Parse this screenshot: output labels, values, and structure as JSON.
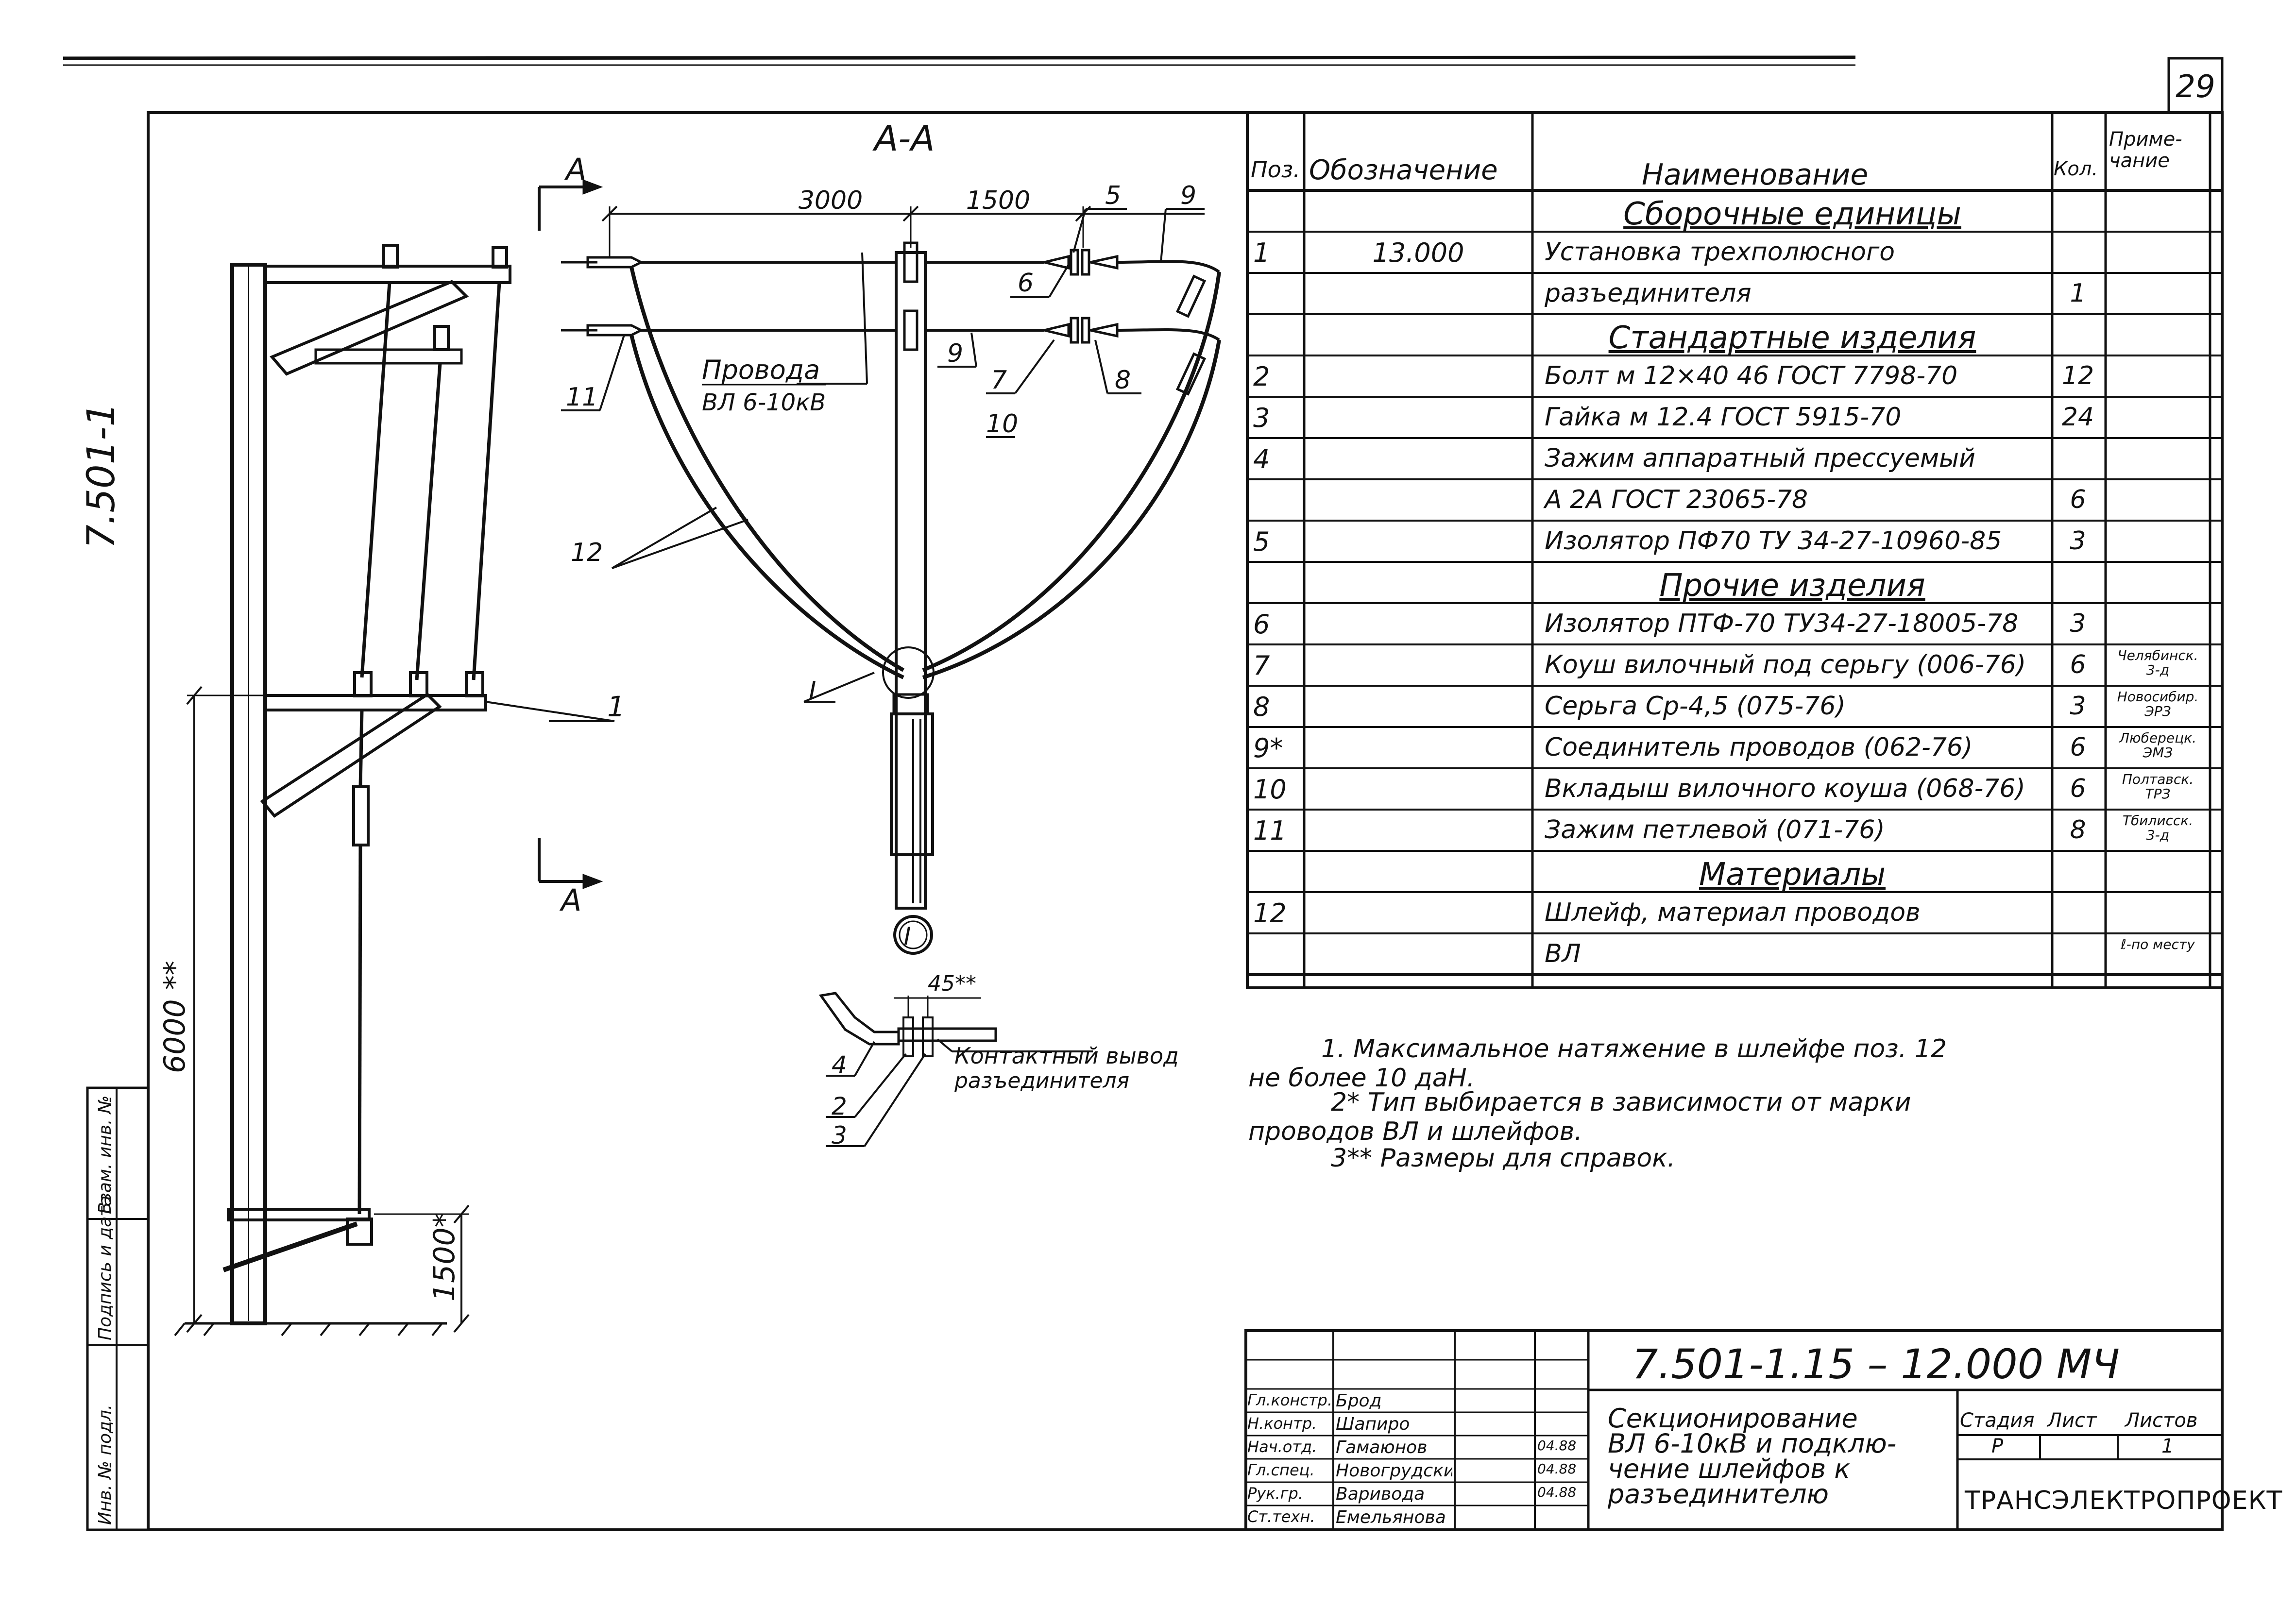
{
  "sheet": {
    "number": "29",
    "side_code": "7.501-1",
    "section_title": "А-А",
    "arrow_label_top": "А",
    "arrow_label_bottom": "А",
    "detail_marker": "I",
    "detail_callout": "I"
  },
  "dimensions": {
    "left_span": "3000",
    "right_span": "1500",
    "pole_height": "6000 **",
    "base_height": "1500*",
    "contact_dim": "45**"
  },
  "labels": {
    "wires_title": "Провода",
    "wires_sub": "ВЛ 6-10кВ",
    "contact_title": "Контактный вывод",
    "contact_sub": "разъединителя"
  },
  "callouts": [
    "1",
    "2",
    "3",
    "4",
    "5",
    "6",
    "7",
    "8",
    "9",
    "9",
    "10",
    "11",
    "12"
  ],
  "spec": {
    "header": {
      "pos": "Поз.",
      "designation": "Обозначение",
      "name": "Наименование",
      "qty": "Кол.",
      "note": "Приме-\nчание"
    },
    "rows": [
      {
        "pos": "",
        "designation": "",
        "name": "Сборочные единицы",
        "qty": "",
        "note": "",
        "section": true
      },
      {
        "pos": "1",
        "designation": "13.000",
        "name": "Установка трехполюсного",
        "qty": "",
        "note": ""
      },
      {
        "pos": "",
        "designation": "",
        "name": "разъединителя",
        "qty": "1",
        "note": ""
      },
      {
        "pos": "",
        "designation": "",
        "name": "Стандартные изделия",
        "qty": "",
        "note": "",
        "section": true
      },
      {
        "pos": "2",
        "designation": "",
        "name": "Болт м 12×40 46 ГОСТ 7798-70",
        "qty": "12",
        "note": ""
      },
      {
        "pos": "3",
        "designation": "",
        "name": "Гайка м 12.4 ГОСТ 5915-70",
        "qty": "24",
        "note": ""
      },
      {
        "pos": "4",
        "designation": "",
        "name": "Зажим аппаратный прессуемый",
        "qty": "",
        "note": ""
      },
      {
        "pos": "",
        "designation": "",
        "name": "А 2А    ГОСТ 23065-78",
        "qty": "6",
        "note": ""
      },
      {
        "pos": "5",
        "designation": "",
        "name": "Изолятор ПФ70 ТУ 34-27-10960-85",
        "qty": "3",
        "note": ""
      },
      {
        "pos": "",
        "designation": "",
        "name": "Прочие изделия",
        "qty": "",
        "note": "",
        "section": true
      },
      {
        "pos": "6",
        "designation": "",
        "name": "Изолятор ПТФ-70 ТУ34-27-18005-78",
        "qty": "3",
        "note": ""
      },
      {
        "pos": "7",
        "designation": "",
        "name": "Коуш вилочный под серьгу (006-76)",
        "qty": "6",
        "note": "Челябинск.\n3-д"
      },
      {
        "pos": "8",
        "designation": "",
        "name": "Серьга Ср-4,5 (075-76)",
        "qty": "3",
        "note": "Новосибир.\nЭРЗ"
      },
      {
        "pos": "9*",
        "designation": "",
        "name": "Соединитель проводов (062-76)",
        "qty": "6",
        "note": "Люберецк.\nЭМЗ"
      },
      {
        "pos": "10",
        "designation": "",
        "name": "Вкладыш вилочного коуша (068-76)",
        "qty": "6",
        "note": "Полтавск.\nТРЗ"
      },
      {
        "pos": "11",
        "designation": "",
        "name": "Зажим петлевой (071-76)",
        "qty": "8",
        "note": "Тбилисск.\n3-д"
      },
      {
        "pos": "",
        "designation": "",
        "name": "Материалы",
        "qty": "",
        "note": "",
        "section": true
      },
      {
        "pos": "12",
        "designation": "",
        "name": "Шлейф, материал проводов",
        "qty": "",
        "note": ""
      },
      {
        "pos": "",
        "designation": "",
        "name": "ВЛ",
        "qty": "",
        "note": "ℓ-по месту"
      }
    ]
  },
  "notes": [
    "1. Максимальное натяжение в шлейфе поз. 12",
    "не более 10 даН.",
    "2* Тип выбирается в зависимости от марки",
    "проводов ВЛ и шлейфов.",
    "3** Размеры для справок."
  ],
  "title_block": {
    "code": "7.501-1.15 – 12.000 МЧ",
    "title_lines": [
      "Секционирование",
      "ВЛ 6-10кВ и подклю-",
      "чение шлейфов к",
      "разъединителю"
    ],
    "stage_label": "Стадия",
    "sheet_label": "Лист",
    "sheets_label": "Листов",
    "stage": "Р",
    "sheets": "1",
    "org": "ТРАНСЭЛЕКТРОПРОЕКТ",
    "signatures": [
      {
        "role": "Гл.констр.",
        "name": "Брод",
        "date": ""
      },
      {
        "role": "Н.контр.",
        "name": "Шапиро",
        "date": ""
      },
      {
        "role": "Нач.отд.",
        "name": "Гамаюнов",
        "date": "04.88"
      },
      {
        "role": "Гл.спец.",
        "name": "Новогрудский",
        "date": "04.88"
      },
      {
        "role": "Рук.гр.",
        "name": "Варивода",
        "date": "04.88"
      },
      {
        "role": "Ст.техн.",
        "name": "Емельянова",
        "date": ""
      }
    ],
    "side_stamp": [
      "Инв. № подл.",
      "Подпись и дата",
      "Взам. инв. №"
    ]
  }
}
